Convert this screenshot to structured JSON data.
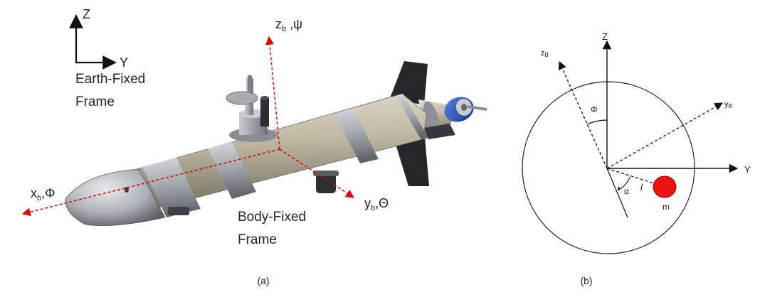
{
  "panel_a": {
    "earth_frame": {
      "axis_vertical": "Z",
      "axis_horizontal": "Y",
      "label_line1": "Earth-Fixed",
      "label_line2": "Frame"
    },
    "body_frame": {
      "label_line1": "Body-Fixed",
      "label_line2": "Frame",
      "x_axis_main": "x",
      "x_axis_sub": "b",
      "x_axis_rest": ",Φ",
      "y_axis_main": "y",
      "y_axis_sub": "b",
      "y_axis_rest": ",Θ",
      "z_axis_main": "z",
      "z_axis_sub": "b",
      "z_axis_rest": " ,ψ"
    },
    "caption": "(a)"
  },
  "panel_b": {
    "z_label": "Z",
    "y_label": "Y",
    "zb_main": "z",
    "zb_sub": "B",
    "yb_main": "y",
    "yb_sub": "B",
    "phi_label": "Φ",
    "alpha_label": "α",
    "l_label": "l",
    "mass_label": "m",
    "caption": "(b)"
  },
  "colors": {
    "axis_red": "#e00000",
    "mass_red": "#ee1111",
    "hull": "#b5ae99",
    "band": "#9a9fa6",
    "fin": "#25282b",
    "thruster_blue": "#1c4fbf"
  }
}
